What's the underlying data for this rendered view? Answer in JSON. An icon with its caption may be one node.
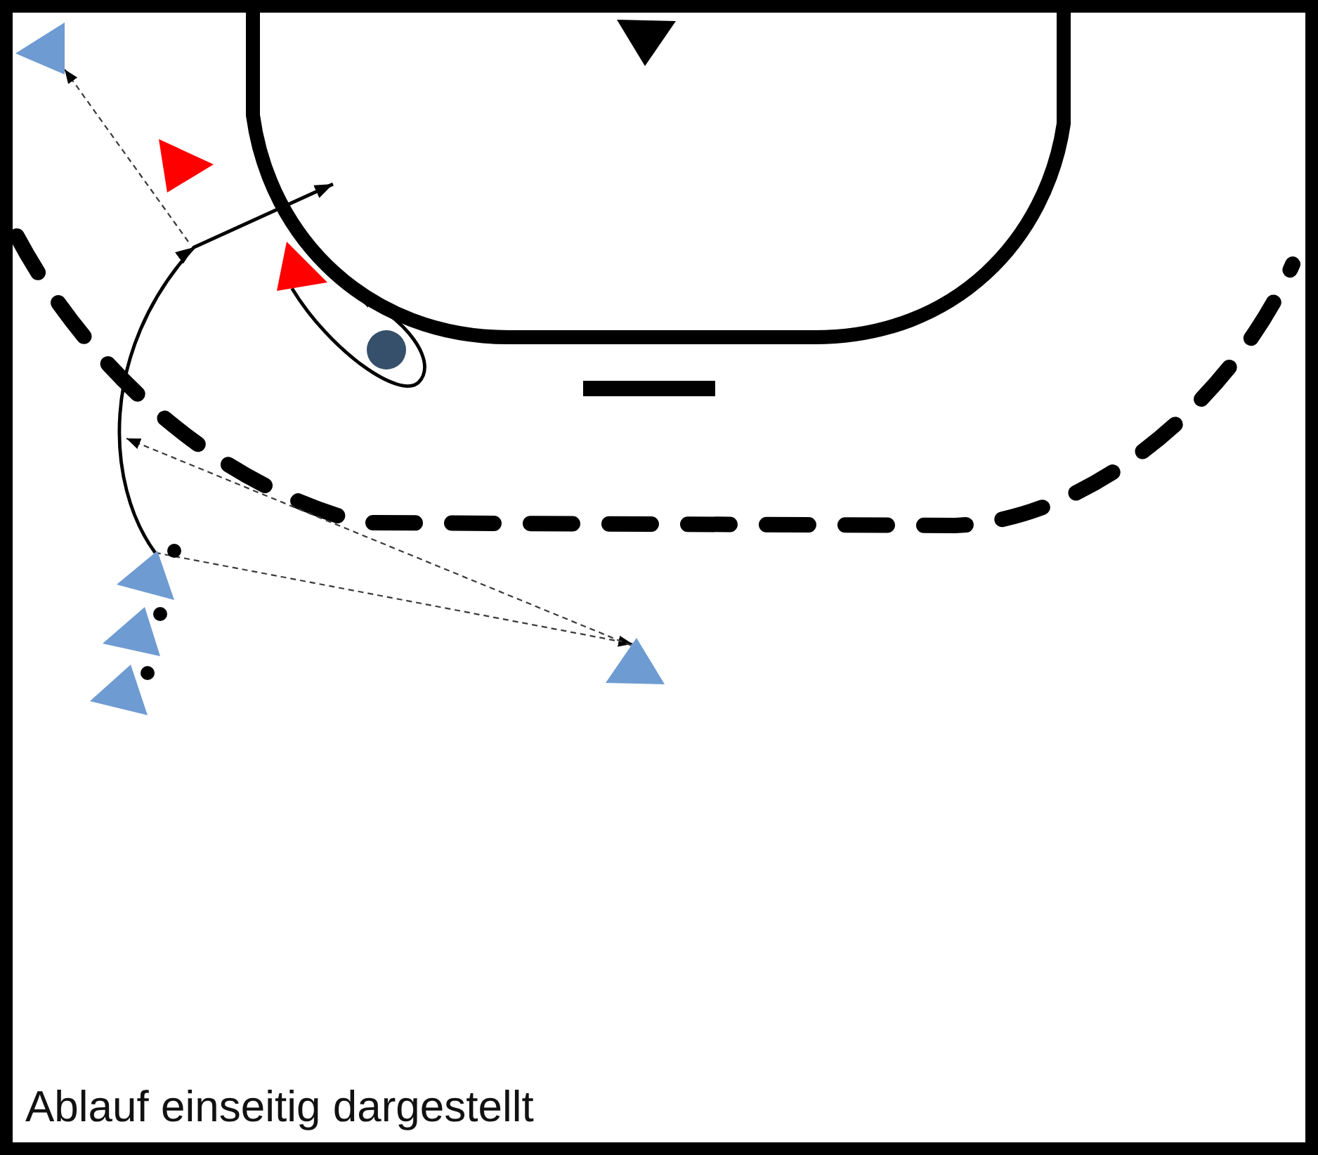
{
  "diagram": {
    "caption": "Ablauf einseitig dargestellt",
    "nodes": [
      {
        "text": [],
        "shape": "triangle"
      },
      {
        "text": [],
        "shape": "triangle"
      },
      {
        "text": [],
        "shape": "triangle"
      },
      {
        "text": [],
        "shape": "triangle"
      },
      {
        "text": [],
        "shape": "circle"
      },
      {
        "text": [],
        "shape": "triangle"
      },
      {
        "text": [],
        "shape": "circle"
      },
      {
        "text": [],
        "shape": "triangle"
      },
      {
        "text": [],
        "shape": "circle"
      },
      {
        "text": [],
        "shape": "triangle"
      },
      {
        "text": [],
        "shape": "circle"
      },
      {
        "text": [],
        "shape": "triangle"
      }
    ],
    "edges": [
      {
        "from": 5,
        "to": 11,
        "arrow": "to",
        "style": "dashed"
      },
      {
        "from": 5,
        "to": null,
        "arrow": "to"
      },
      {
        "from": 11,
        "to": null,
        "arrow": "to",
        "style": "dashed"
      },
      {
        "from": null,
        "to": 0,
        "arrow": "to",
        "style": "dashed"
      },
      {
        "from": 3,
        "to": null,
        "arrow": "to"
      }
    ]
  }
}
